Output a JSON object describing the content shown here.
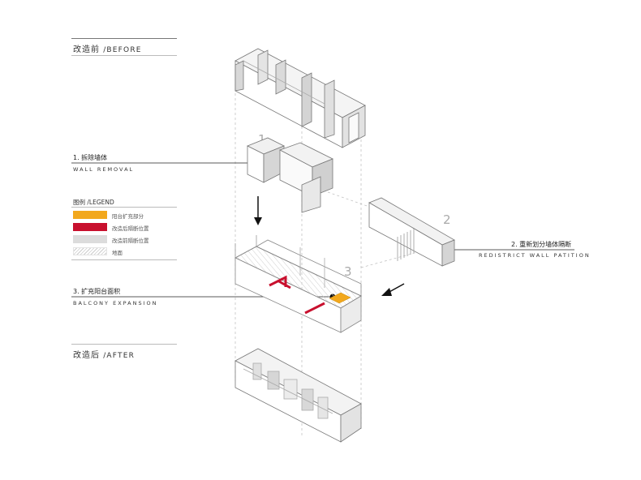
{
  "sections": {
    "before": {
      "cn": "改造前",
      "en": "/BEFORE"
    },
    "after": {
      "cn": "改造后",
      "en": "/AFTER"
    }
  },
  "steps": [
    {
      "number": "1",
      "cn": "1. 拆除墙体",
      "en": "WALL REMOVAL"
    },
    {
      "number": "2",
      "cn": "2. 重新划分墙体隔断",
      "en": "REDISTRICT WALL PATITION"
    },
    {
      "number": "3",
      "cn": "3. 扩充阳台面积",
      "en": "BALCONY EXPANSION"
    }
  ],
  "legend": {
    "title": "图例 /LEGEND",
    "items": [
      {
        "label": "阳台扩充部分",
        "color": "#f2a81d"
      },
      {
        "label": "改造后隔断位置",
        "color": "#c8102e"
      },
      {
        "label": "改造前隔断位置",
        "color": "#dcdcdc"
      },
      {
        "label": "地面",
        "color": "hatch"
      }
    ]
  }
}
